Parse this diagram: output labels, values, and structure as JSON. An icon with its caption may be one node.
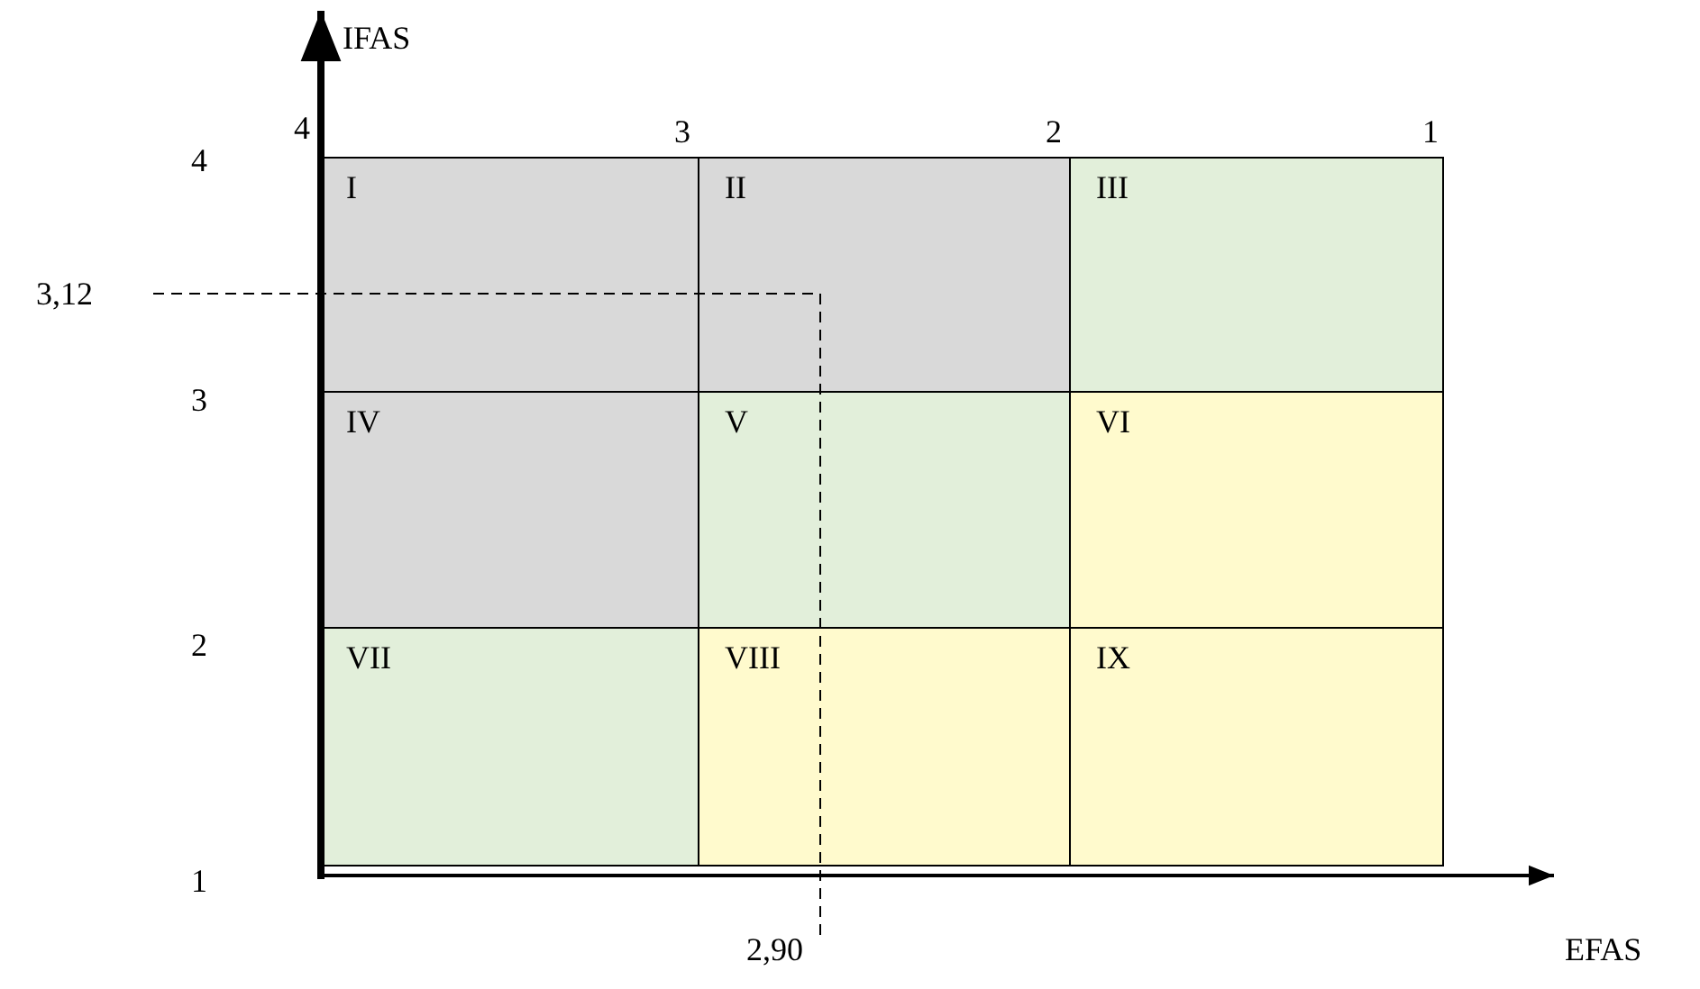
{
  "diagram": {
    "nodes": [
      {
        "text": [
          "I"
        ]
      },
      {
        "text": [
          "II"
        ]
      },
      {
        "text": [
          "III"
        ]
      },
      {
        "text": [
          "IV"
        ]
      },
      {
        "text": [
          "V"
        ]
      },
      {
        "text": [
          "VI"
        ]
      },
      {
        "text": [
          "VII"
        ]
      },
      {
        "text": [
          "VIII"
        ]
      },
      {
        "text": [
          "IX"
        ]
      }
    ],
    "labels": [
      "IFAS",
      "4",
      "3",
      "2",
      "1",
      "4",
      "3,12",
      "3",
      "2",
      "1",
      "2,90",
      "EFAS"
    ]
  }
}
